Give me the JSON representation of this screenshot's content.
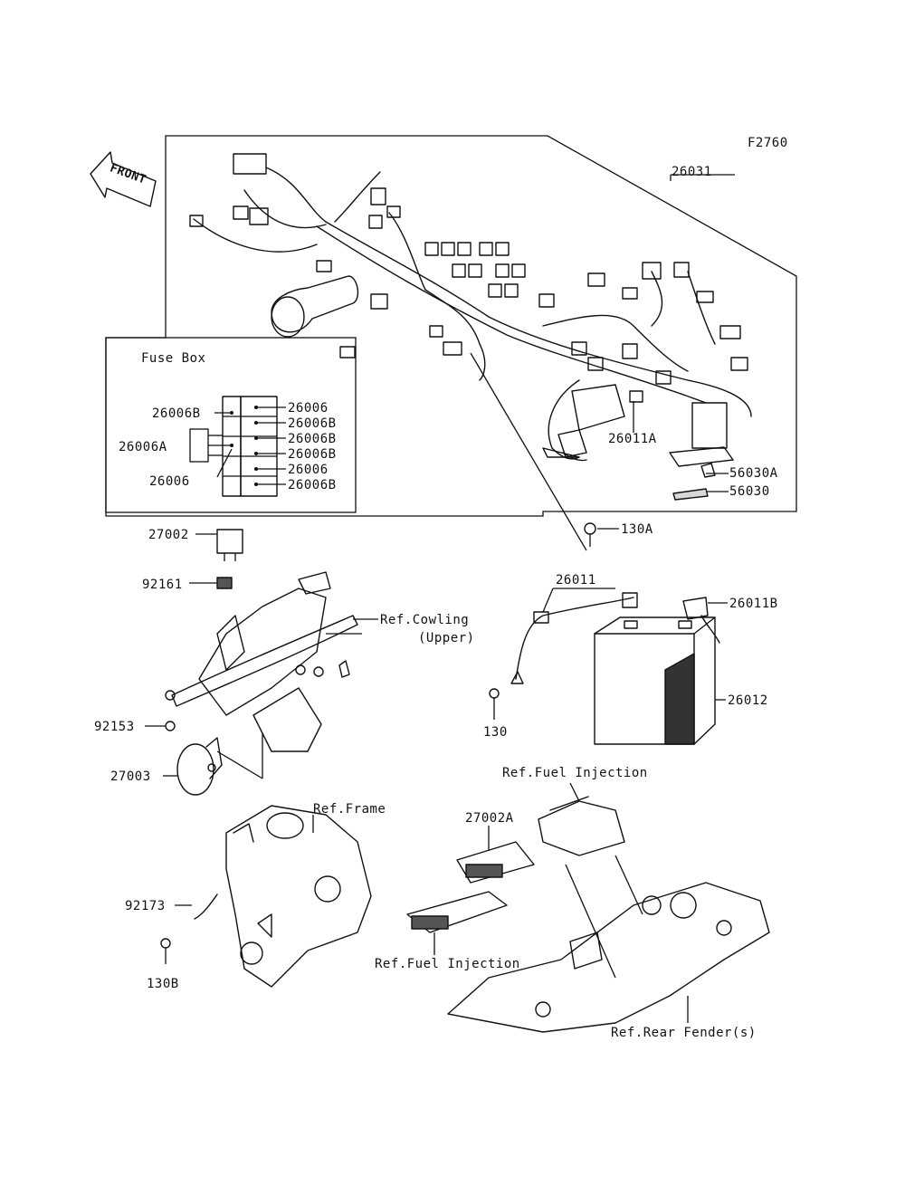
{
  "figure_code": "F2760",
  "front_label": "FRONT",
  "fuse_box": {
    "title": "Fuse Box",
    "labels_left": [
      "26006B",
      "26006A",
      "26006"
    ],
    "labels_right": [
      "26006",
      "26006B",
      "26006B",
      "26006B",
      "26006",
      "26006B"
    ]
  },
  "parts": {
    "p26031": "26031",
    "p26011A": "26011A",
    "p56030A": "56030A",
    "p56030": "56030",
    "p130A": "130A",
    "p27002": "27002",
    "p92161": "92161",
    "p26011": "26011",
    "p26011B": "26011B",
    "p26012": "26012",
    "p130": "130",
    "p92153": "92153",
    "p27003": "27003",
    "p27002A": "27002A",
    "p92173": "92173",
    "p130B": "130B"
  },
  "refs": {
    "cowling_1": "Ref.Cowling",
    "cowling_2": "(Upper)",
    "frame": "Ref.Frame",
    "fuel_injection_top": "Ref.Fuel Injection",
    "fuel_injection_bottom": "Ref.Fuel Injection",
    "rear_fender": "Ref.Rear Fender(s)"
  }
}
